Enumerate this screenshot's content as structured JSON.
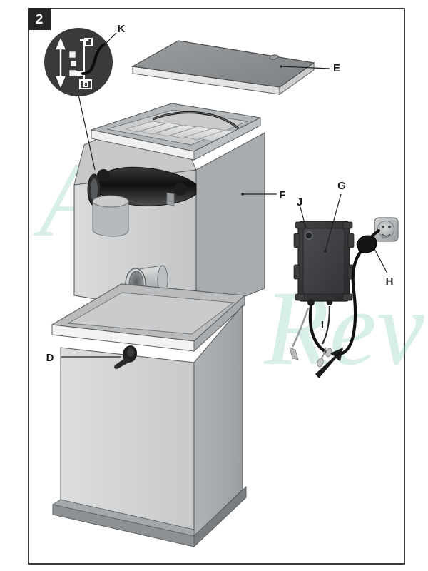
{
  "page": {
    "step_number": "2",
    "frame_color": "#3a3a3a",
    "background_color": "#ffffff"
  },
  "watermark": {
    "text_1": "Aqua",
    "text_2": "Rev",
    "color": "#7fc6b4"
  },
  "callouts": [
    {
      "id": "K",
      "label": "K",
      "target": "float-switch-detail-circle"
    },
    {
      "id": "E",
      "label": "E",
      "target": "tank-lid"
    },
    {
      "id": "F",
      "label": "F",
      "target": "upper-basin"
    },
    {
      "id": "G",
      "label": "G",
      "target": "control-box"
    },
    {
      "id": "J",
      "label": "J",
      "target": "control-box-screw"
    },
    {
      "id": "H",
      "label": "H",
      "target": "power-plug-socket"
    },
    {
      "id": "I",
      "label": "I",
      "target": "sensor-cable"
    },
    {
      "id": "D",
      "label": "D",
      "target": "drain-valve-knob"
    }
  ],
  "parts": {
    "lid": {
      "name": "E",
      "description": "tank lid panel"
    },
    "upper_basin": {
      "name": "F",
      "description": "upper basin with grille and spout"
    },
    "lower_cabinet": {
      "name": "D",
      "description": "pedestal cabinet with drain knob"
    },
    "control_box": {
      "name": "G",
      "description": "electrical control box"
    },
    "socket": {
      "name": "H",
      "description": "mains power socket and plug"
    },
    "cable": {
      "name": "I",
      "description": "sensor cable"
    },
    "detail_circle": {
      "name": "K",
      "description": "float switch level adjustment detail"
    }
  },
  "colors": {
    "metal_light": "#d4d6d7",
    "metal_mid": "#b9bbbd",
    "metal_dark": "#8e9193",
    "metal_darker": "#6f7274",
    "plastic_black": "#2b2b2b",
    "outline": "#4a4a4a",
    "accent_teal": "#7fc6b4"
  }
}
